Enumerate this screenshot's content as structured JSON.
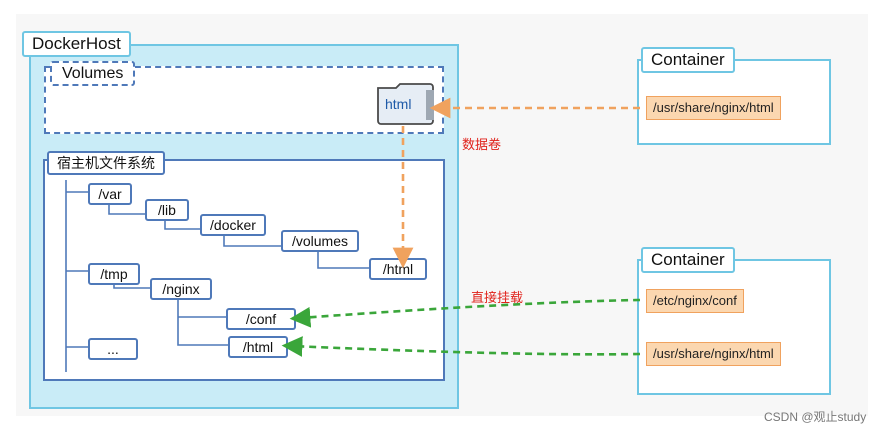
{
  "host": {
    "title": "DockerHost"
  },
  "volumes": {
    "title": "Volumes",
    "folder_label": "html"
  },
  "filesystem": {
    "title": "宿主机文件系统",
    "nodes": {
      "var": "/var",
      "lib": "/lib",
      "docker": "/docker",
      "volumes": "/volumes",
      "vol_html": "/html",
      "tmp": "/tmp",
      "nginx": "/nginx",
      "conf": "/conf",
      "nginx_html": "/html",
      "ellipsis": "..."
    }
  },
  "containers": [
    {
      "title": "Container",
      "paths": [
        "/usr/share/nginx/html"
      ]
    },
    {
      "title": "Container",
      "paths": [
        "/etc/nginx/conf",
        "/usr/share/nginx/html"
      ]
    }
  ],
  "labels": {
    "data_volume": "数据卷",
    "direct_mount": "直接挂载"
  },
  "watermark": "CSDN @观止study",
  "colors": {
    "host_fill": "#c9ecf7",
    "host_border": "#6fc6e3",
    "tree_border": "#4f79b9",
    "orange_arrow": "#f0a25e",
    "green_arrow": "#3aa63a",
    "label_red": "#e0231c"
  }
}
